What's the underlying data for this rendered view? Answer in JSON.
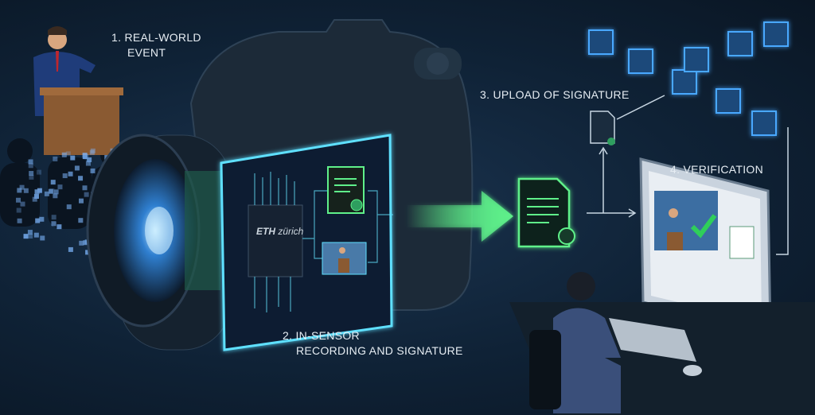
{
  "steps": {
    "step1": {
      "line1": "1. REAL-WORLD",
      "line2": "EVENT"
    },
    "step2": {
      "line1": "2. IN-SENSOR",
      "line2": "RECORDING AND SIGNATURE"
    },
    "step3": {
      "line1": "3. UPLOAD OF SIGNATURE"
    },
    "step4": {
      "line1": "4. VERIFICATION"
    }
  },
  "chip_logo": {
    "bold": "ETH",
    "rest": "zürich"
  },
  "colors": {
    "accent_cyan": "#5ee0ff",
    "accent_green": "#5ef08a",
    "chain_blue": "#3f8fe0"
  }
}
